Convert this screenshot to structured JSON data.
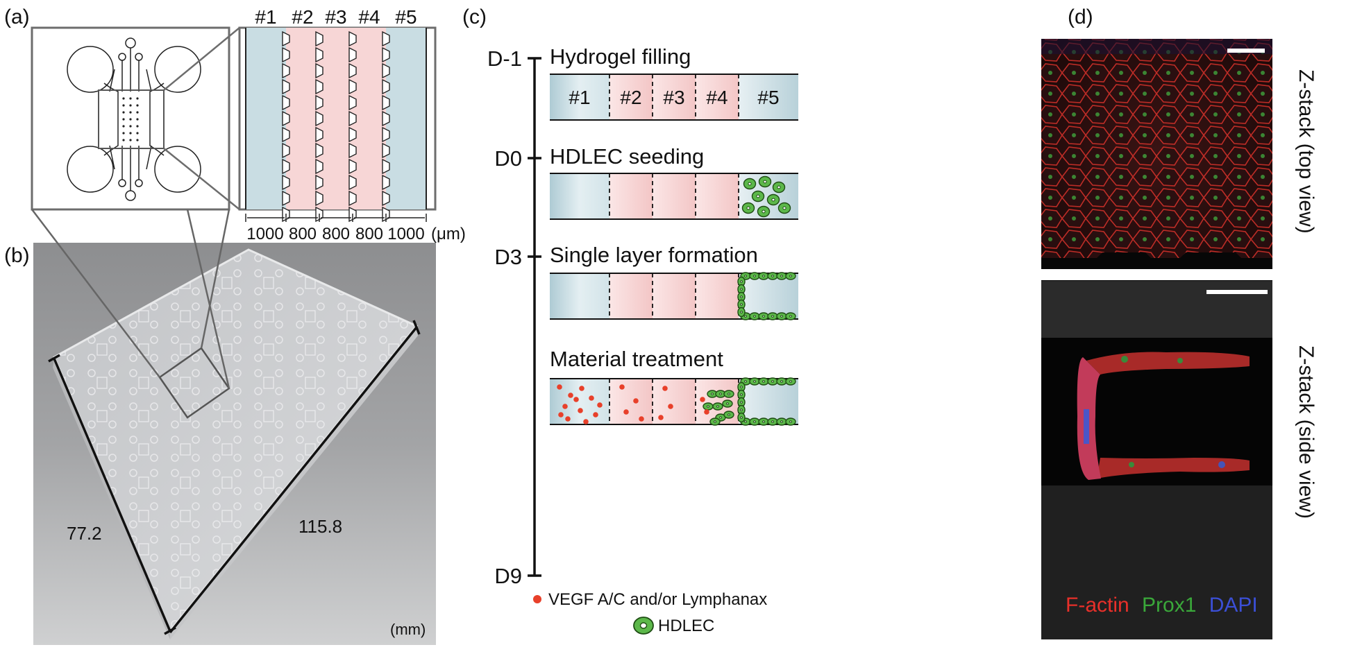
{
  "panels": {
    "a": {
      "label": "(a)",
      "channels": [
        "#1",
        "#2",
        "#3",
        "#4",
        "#5"
      ],
      "dimensions": [
        "1000",
        "800",
        "800",
        "800",
        "1000"
      ],
      "dimension_unit": "(μm)"
    },
    "b": {
      "label": "(b)",
      "width_label": "77.2",
      "length_label": "115.8",
      "unit": "(mm)"
    },
    "c": {
      "label": "(c)",
      "timeline": [
        {
          "day": "D-1",
          "step": "Hydrogel filling"
        },
        {
          "day": "D0",
          "step": "HDLEC seeding"
        },
        {
          "day": "D3",
          "step": "Single layer formation"
        },
        {
          "day": "",
          "step": "Material treatment"
        },
        {
          "day": "D9",
          "step": ""
        }
      ],
      "channels": [
        "#1",
        "#2",
        "#3",
        "#4",
        "#5"
      ],
      "legend": {
        "vegf": "VEGF A/C and/or Lymphanax",
        "hdlec": "HDLEC"
      }
    },
    "d": {
      "label": "(d)",
      "top_view_label": "Z-stack (top view)",
      "side_view_label": "Z-stack (side view)",
      "stain_legend": [
        {
          "name": "F-actin",
          "color": "#e8302a"
        },
        {
          "name": "Prox1",
          "color": "#3aa83a"
        },
        {
          "name": "DAPI",
          "color": "#3b4fd6"
        }
      ]
    }
  },
  "colors": {
    "blue_channel": "#c9dde3",
    "pink_channel": "#f7d6d6",
    "cell_green": "#5cb84a",
    "dot_red": "#e8402a"
  }
}
